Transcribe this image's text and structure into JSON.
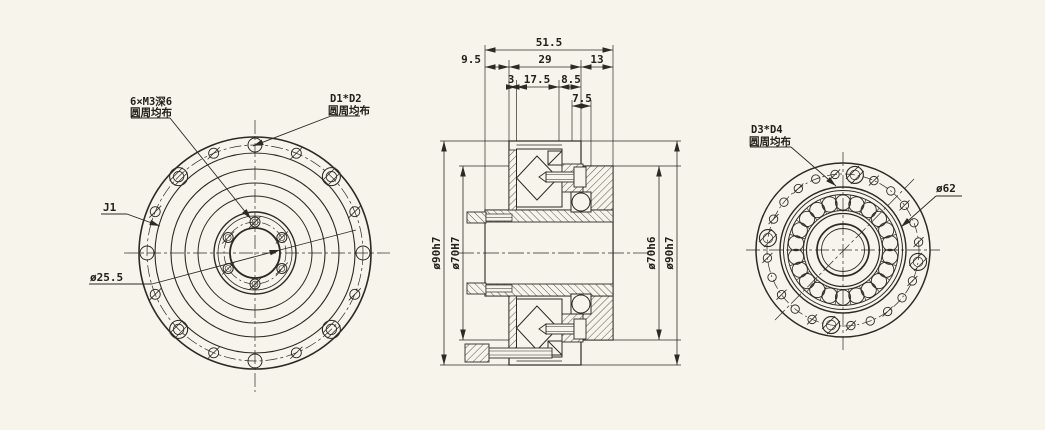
{
  "colors": {
    "background": "#f7f4ec",
    "line": "#2d2a25"
  },
  "front_view": {
    "thread_note_line1": "6×M3深6",
    "thread_note_line2": "圆周均布",
    "d1d2_line1": "D1*D2",
    "d1d2_line2": "圆周均布",
    "datum_label": "J1",
    "bore_diameter": "ø25.5"
  },
  "section_view": {
    "dim_total_width": "51.5",
    "dim_9_5": "9.5",
    "dim_29": "29",
    "dim_13": "13",
    "dim_3": "3",
    "dim_17_5": "17.5",
    "dim_8_5": "8.5",
    "dim_7_5": "7.5",
    "dia_left_outer": "ø90h7",
    "dia_left_inner": "ø70H7",
    "dia_right_inner": "ø70h6",
    "dia_right_outer": "ø90h7"
  },
  "side_view": {
    "d3d4_line1": "D3*D4",
    "d3d4_line2": "圆周均布",
    "bearing_diameter": "ø62"
  }
}
